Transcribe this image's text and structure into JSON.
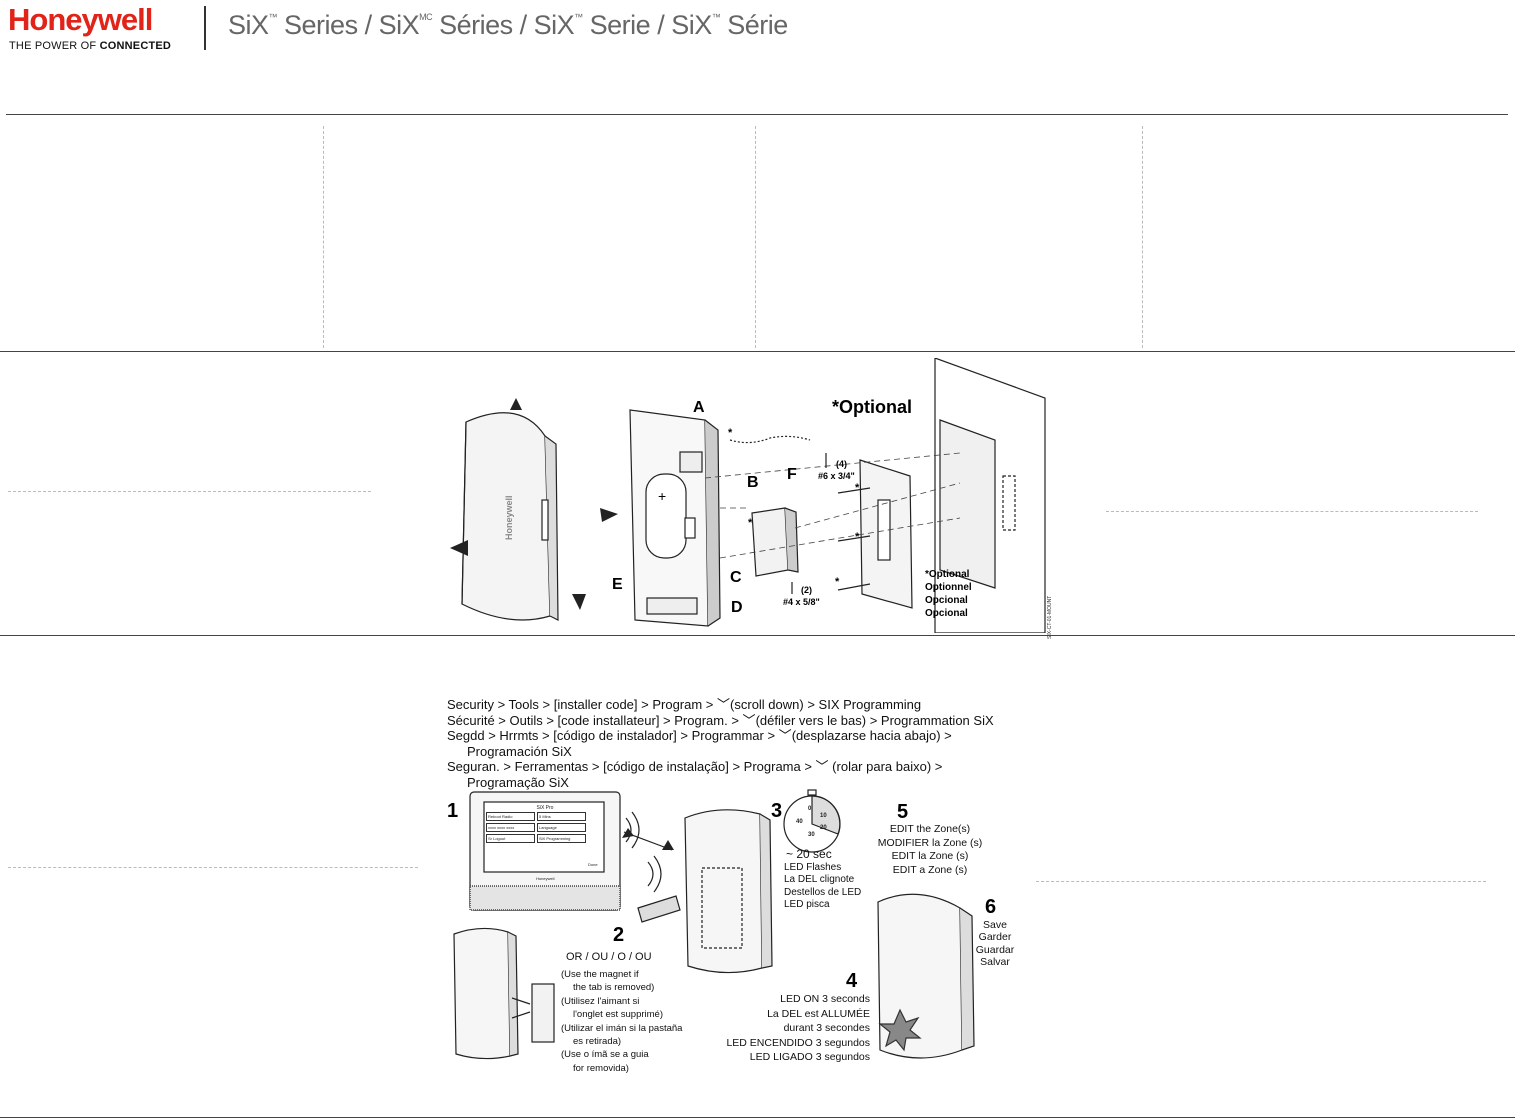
{
  "header": {
    "brand": "Honeywell",
    "tagline_prefix": "THE POWER OF ",
    "tagline_bold": "CONNECTED",
    "series_title": [
      "SiX",
      "™",
      " Series / SiX",
      "MC",
      " Séries / SiX",
      "™",
      " Serie / SiX",
      "™",
      " Série"
    ]
  },
  "exploded_view": {
    "optional_title": "*Optional",
    "labels": [
      "A",
      "B",
      "C",
      "D",
      "E",
      "F"
    ],
    "screw_top_count": "(4)",
    "screw_top_size": "#6 x 3/4\"",
    "screw_bottom_count": "(2)",
    "screw_bottom_size": "#4 x 5/8\"",
    "asterisk": "*",
    "plus": "+",
    "optional_list": [
      "*Optional",
      "Optionnel",
      "Opcional",
      "Opcional"
    ],
    "side_code": "SIX-CT-01-MOUNT"
  },
  "navigation": {
    "lines": [
      "Security > Tools > [installer code] > Program > ",
      "Sécurité > Outils > [code installateur] > Program. > ",
      "Segdd > Hrrmts > [código de instalador] > Programmar > ",
      "Seguran. > Ferramentas > [código de instalação] > Programa > "
    ],
    "line_suffixes": [
      "(scroll down) > SIX Programming",
      "(défiler vers le bas) > Programmation SiX",
      "(desplazarse hacia abajo) >",
      " (rolar para baixo) >"
    ],
    "continuations": [
      "",
      "",
      "Programación SiX",
      "Programação SiX"
    ]
  },
  "steps": {
    "s1": {
      "num": "1"
    },
    "s2": {
      "num": "2",
      "or": "OR / OU / O / OU",
      "notes": [
        "(Use the magnet if",
        "the tab is removed)",
        "(Utilisez l'aimant si",
        "l'onglet est supprimé)",
        "(Utilizar el imán si la pastaña",
        "es retirada)",
        "(Use o ímã se a guia",
        "for removida)"
      ]
    },
    "s3": {
      "num": "3",
      "time": "~ 20 sec",
      "lines": [
        "LED Flashes",
        "La DEL clignote",
        "Destellos de LED",
        "LED pisca"
      ],
      "dial": [
        "0",
        "10",
        "20",
        "30",
        "40"
      ]
    },
    "s4": {
      "num": "4",
      "lines": [
        "LED ON 3 seconds",
        "La DEL est ALLUMÉE",
        "durant 3 secondes",
        "LED ENCENDIDO 3 segundos",
        "LED LIGADO 3 segundos"
      ]
    },
    "s5": {
      "num": "5",
      "lines": [
        "EDIT the Zone(s)",
        "MODIFIER la Zone (s)",
        "EDIT la Zone (s)",
        "EDIT a Zone (s)"
      ]
    },
    "s6": {
      "num": "6",
      "lines": [
        "Save",
        "Garder",
        "Guardar",
        "Salvar"
      ]
    }
  },
  "panel_screen": {
    "title": "SiX Pro",
    "buttons": [
      "Reboot Radio",
      "5 Mins",
      "xxxx xxxx xxxx",
      "Language",
      "Sr Logout",
      "SiX Programming"
    ],
    "bottom": [
      "Honeywell"
    ],
    "corner": "Done"
  },
  "device_logo": "Honeywell",
  "colors": {
    "brand_red": "#e2231a",
    "line": "#444444",
    "dash": "#bbbbbb"
  }
}
